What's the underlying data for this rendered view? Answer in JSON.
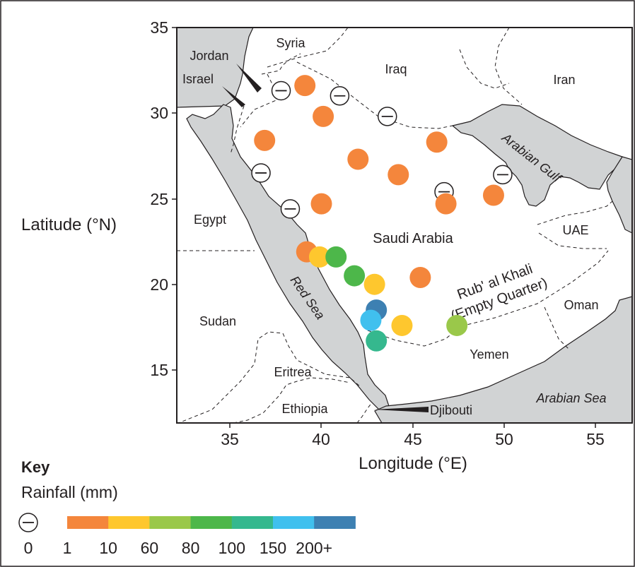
{
  "map": {
    "x_axis": {
      "label": "Longitude (°E)",
      "ticks": [
        "35",
        "40",
        "45",
        "50",
        "55"
      ]
    },
    "y_axis": {
      "label": "Latitude (°N)",
      "ticks": [
        "35",
        "30",
        "25",
        "20",
        "15"
      ]
    },
    "countries": {
      "syria": "Syria",
      "jordan": "Jordan",
      "israel": "Israel",
      "iraq": "Iraq",
      "iran": "Iran",
      "egypt": "Egypt",
      "saudi_arabia": "Saudi Arabia",
      "uae": "UAE",
      "oman": "Oman",
      "sudan": "Sudan",
      "eritrea": "Eritrea",
      "yemen": "Yemen",
      "ethiopia": "Ethiopia",
      "djibouti": "Djibouti"
    },
    "water": {
      "red_sea": "Red Sea",
      "arabian_gulf": "Arabian Gulf",
      "arabian_sea": "Arabian Sea"
    },
    "region": {
      "line1": "Rub' al Khali",
      "line2": "(Empty Quarter)"
    },
    "stations": [
      {
        "lon": 37.8,
        "lat": 31.3,
        "class": 0
      },
      {
        "lon": 39.1,
        "lat": 31.6,
        "class": 1
      },
      {
        "lon": 41.0,
        "lat": 31.0,
        "class": 0
      },
      {
        "lon": 43.6,
        "lat": 29.8,
        "class": 0
      },
      {
        "lon": 40.1,
        "lat": 29.8,
        "class": 1
      },
      {
        "lon": 36.9,
        "lat": 28.4,
        "class": 1
      },
      {
        "lon": 46.3,
        "lat": 28.3,
        "class": 1
      },
      {
        "lon": 42.0,
        "lat": 27.3,
        "class": 1
      },
      {
        "lon": 36.7,
        "lat": 26.5,
        "class": 0
      },
      {
        "lon": 44.2,
        "lat": 26.4,
        "class": 1
      },
      {
        "lon": 49.9,
        "lat": 26.4,
        "class": 0
      },
      {
        "lon": 46.7,
        "lat": 25.4,
        "class": 0
      },
      {
        "lon": 49.4,
        "lat": 25.2,
        "class": 1
      },
      {
        "lon": 46.8,
        "lat": 24.7,
        "class": 1
      },
      {
        "lon": 38.3,
        "lat": 24.4,
        "class": 0
      },
      {
        "lon": 40.0,
        "lat": 24.7,
        "class": 1
      },
      {
        "lon": 39.2,
        "lat": 21.9,
        "class": 1
      },
      {
        "lon": 39.9,
        "lat": 21.6,
        "class": 2
      },
      {
        "lon": 40.8,
        "lat": 21.6,
        "class": 4
      },
      {
        "lon": 41.8,
        "lat": 20.5,
        "class": 4
      },
      {
        "lon": 42.9,
        "lat": 20.0,
        "class": 2
      },
      {
        "lon": 45.4,
        "lat": 20.4,
        "class": 1
      },
      {
        "lon": 43.0,
        "lat": 18.5,
        "class": 7
      },
      {
        "lon": 42.7,
        "lat": 17.9,
        "class": 6
      },
      {
        "lon": 44.4,
        "lat": 17.6,
        "class": 2
      },
      {
        "lon": 47.4,
        "lat": 17.6,
        "class": 3
      },
      {
        "lon": 43.0,
        "lat": 16.7,
        "class": 5
      }
    ]
  },
  "key": {
    "title": "Key",
    "subtitle": "Rainfall (mm)",
    "zero_label": "0",
    "labels": [
      "1",
      "10",
      "60",
      "80",
      "100",
      "150",
      "200+"
    ],
    "colors": [
      "#f4863c",
      "#fec72e",
      "#9ac84a",
      "#4db74a",
      "#35b88e",
      "#40c0ee",
      "#3d80b2"
    ]
  }
}
